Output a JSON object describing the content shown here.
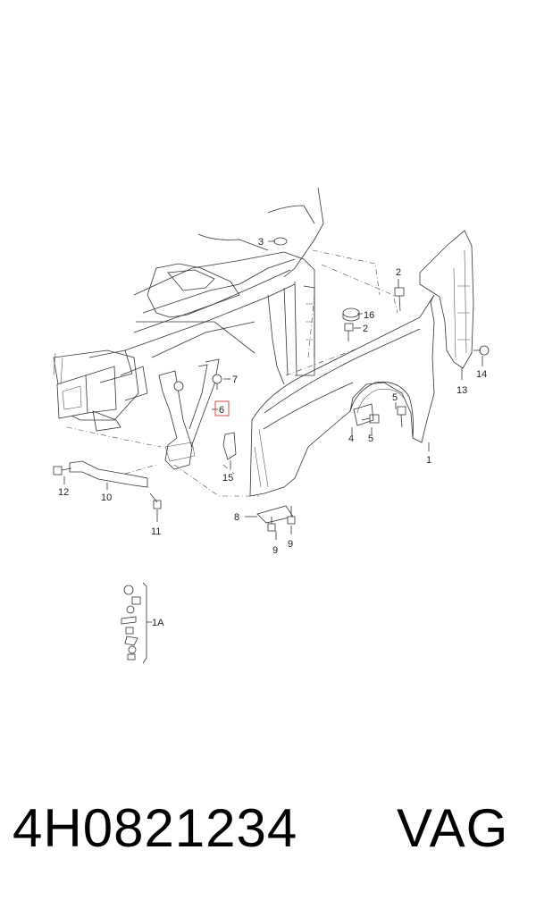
{
  "callouts": {
    "c1": "1",
    "c1A": "1A",
    "c2a": "2",
    "c2b": "2",
    "c3": "3",
    "c4": "4",
    "c5a": "5",
    "c5b": "5",
    "c6": "6",
    "c7": "7",
    "c8": "8",
    "c9a": "9",
    "c9b": "9",
    "c10": "10",
    "c11": "11",
    "c12": "12",
    "c13": "13",
    "c14": "14",
    "c15": "15",
    "c16": "16"
  },
  "footer": {
    "part_number": "4H0821234",
    "brand": "VAG"
  },
  "colors": {
    "highlight": "#d24b4b",
    "line": "#333333"
  }
}
